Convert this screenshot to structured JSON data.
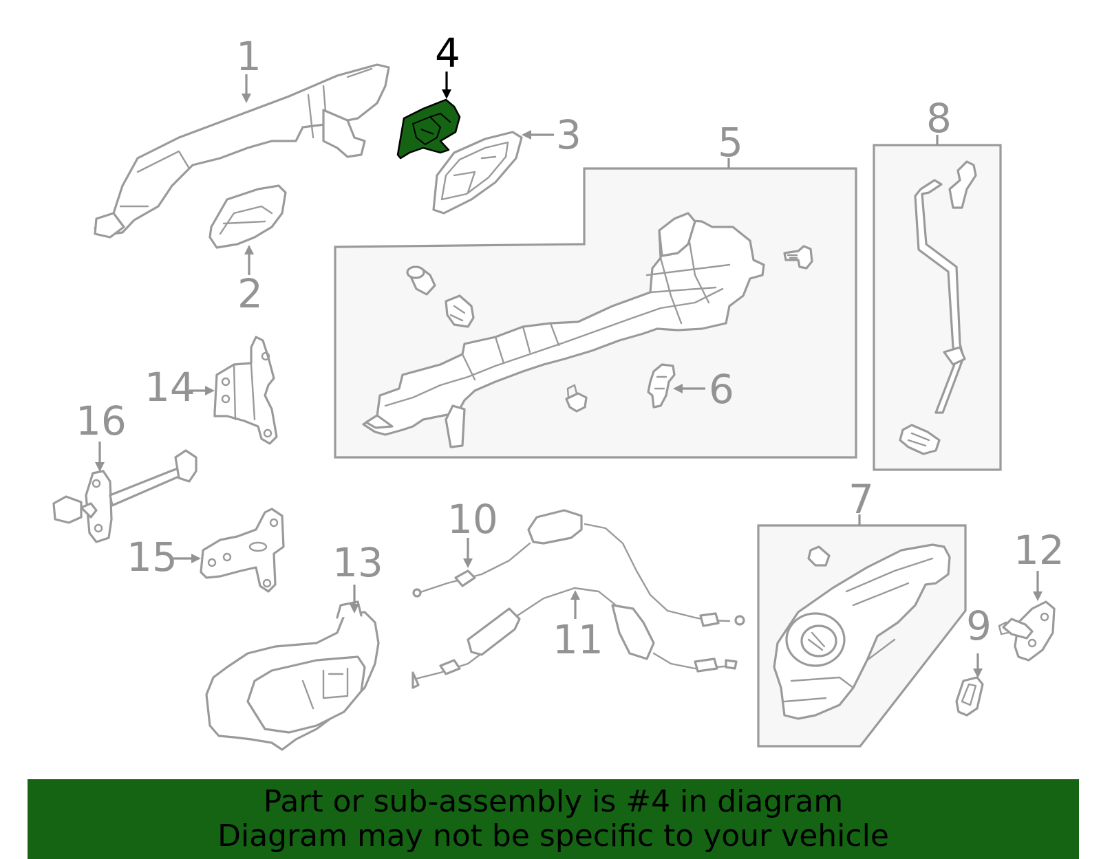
{
  "colors": {
    "highlight": "#146414",
    "banner": "#146414",
    "part_stroke": "#9a9a9a",
    "label_gray": "#939393",
    "subassembly_box": "#f7f7f7"
  },
  "highlighted_callout": "4",
  "callouts": {
    "c1": "1",
    "c2": "2",
    "c3": "3",
    "c4": "4",
    "c5": "5",
    "c6": "6",
    "c7": "7",
    "c8": "8",
    "c9": "9",
    "c10": "10",
    "c11": "11",
    "c12": "12",
    "c13": "13",
    "c14": "14",
    "c15": "15",
    "c16": "16"
  },
  "banner": {
    "line1": "Part or sub-assembly is #4 in diagram",
    "line2": "Diagram may not be specific to your vehicle"
  }
}
